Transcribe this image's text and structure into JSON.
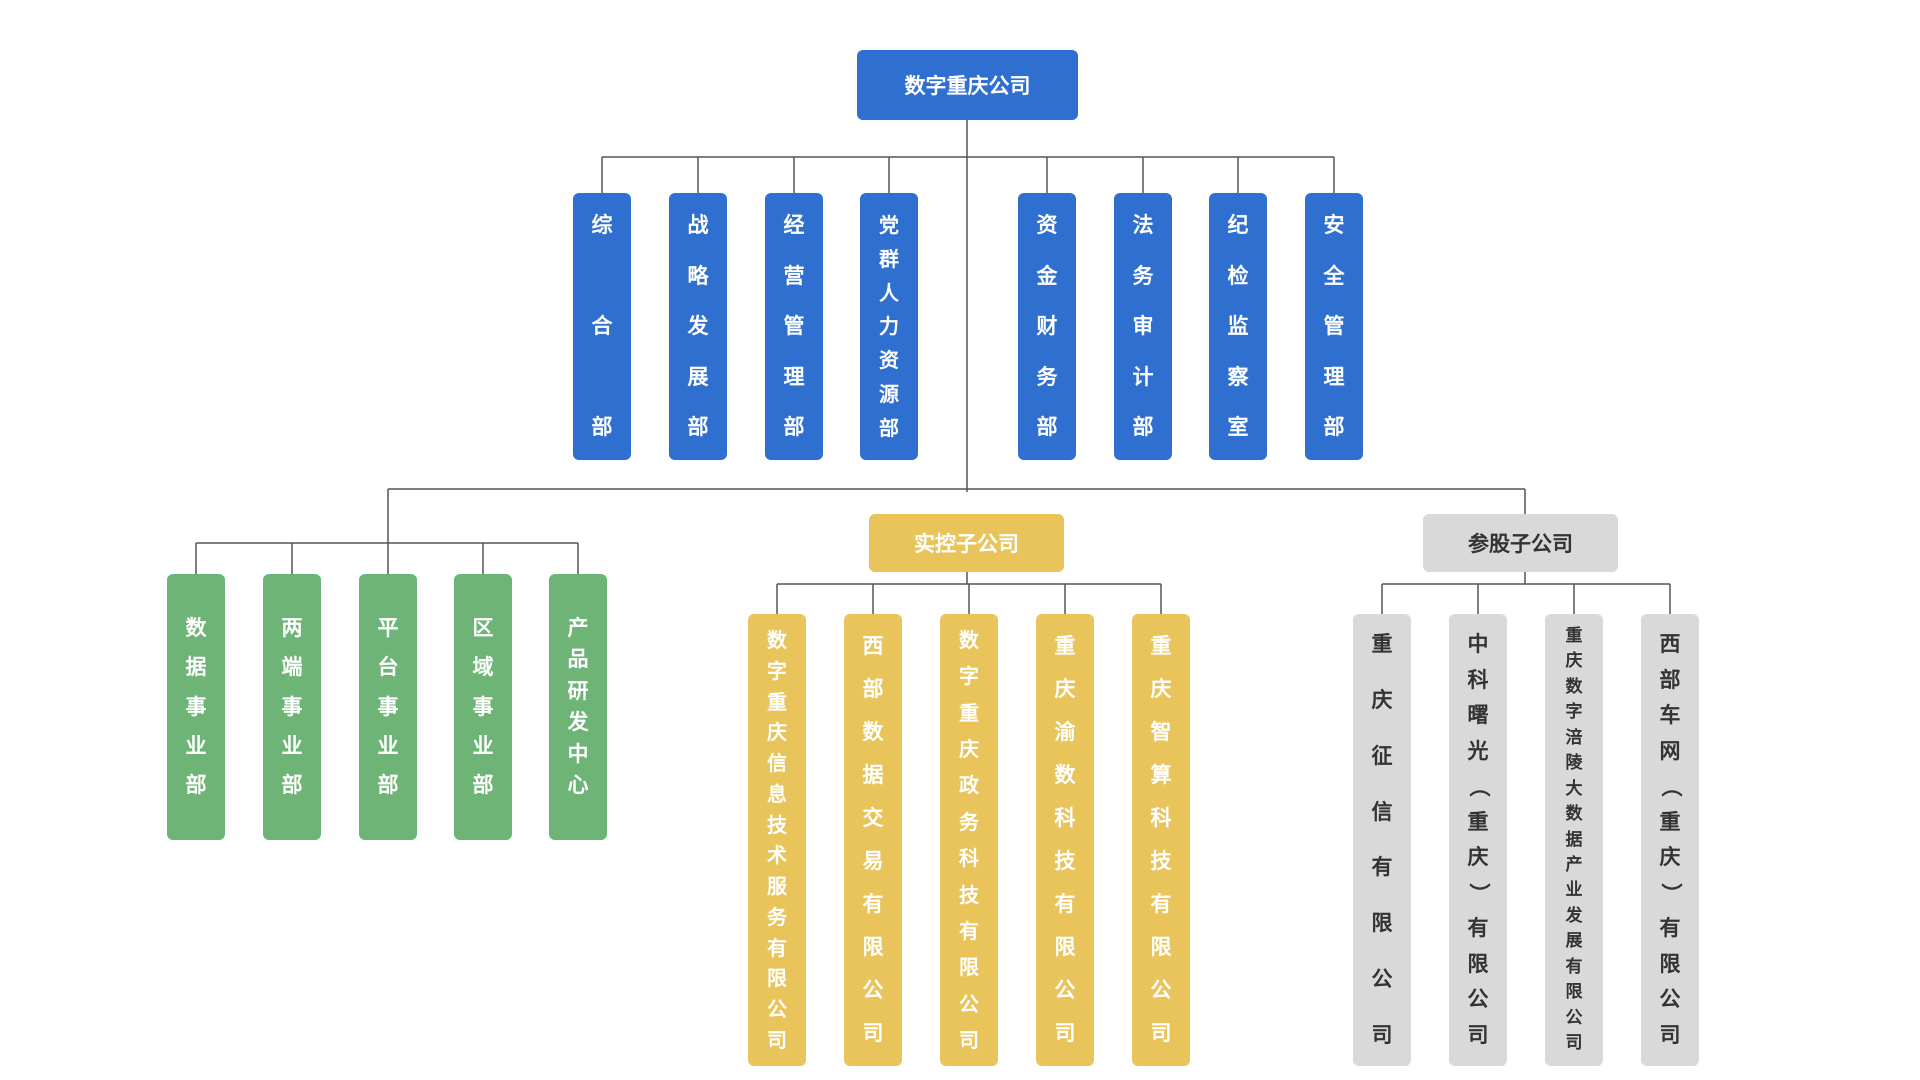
{
  "root": {
    "label": "数字重庆公司",
    "color": "#2e6fcf"
  },
  "departments": [
    {
      "id": "zonghe",
      "label": "综合部"
    },
    {
      "id": "zhanlue",
      "label": "战略发展部"
    },
    {
      "id": "jingying",
      "label": "经营管理部"
    },
    {
      "id": "dangqun",
      "label": "党群人力资源部"
    },
    {
      "id": "zijin",
      "label": "资金财务部"
    },
    {
      "id": "fawu",
      "label": "法务审计部"
    },
    {
      "id": "jijian",
      "label": "纪检监察室"
    },
    {
      "id": "anquan",
      "label": "安全管理部"
    }
  ],
  "business_units": [
    {
      "id": "shuju",
      "label": "数据事业部"
    },
    {
      "id": "liangduan",
      "label": "两端事业部"
    },
    {
      "id": "pingtai",
      "label": "平台事业部"
    },
    {
      "id": "quyu",
      "label": "区域事业部"
    },
    {
      "id": "chanpin",
      "label": "产品研发中心"
    }
  ],
  "controlled": {
    "label": "实控子公司",
    "items": [
      {
        "id": "xinxi",
        "label": "数字重庆信息技术服务有限公司"
      },
      {
        "id": "xibu-jiaoyi",
        "label": "西部数据交易有限公司"
      },
      {
        "id": "zhengwu",
        "label": "数字重庆政务科技有限公司"
      },
      {
        "id": "yushu",
        "label": "重庆渝数科技有限公司"
      },
      {
        "id": "zhisuan",
        "label": "重庆智算科技有限公司"
      }
    ]
  },
  "invested": {
    "label": "参股子公司",
    "items": [
      {
        "id": "zhengxin",
        "label": "重庆征信有限公司"
      },
      {
        "id": "shuguang",
        "label": "中科曙光（重庆）有限公司"
      },
      {
        "id": "fuling",
        "label": "重庆数字涪陵大数据产业发展有限公司"
      },
      {
        "id": "chewang",
        "label": "西部车网（重庆）有限公司"
      }
    ]
  },
  "colors": {
    "blue": "#2e6fcf",
    "green": "#6db476",
    "gold": "#e8c45a",
    "gray": "#d9d9d9",
    "line": "#555555"
  }
}
